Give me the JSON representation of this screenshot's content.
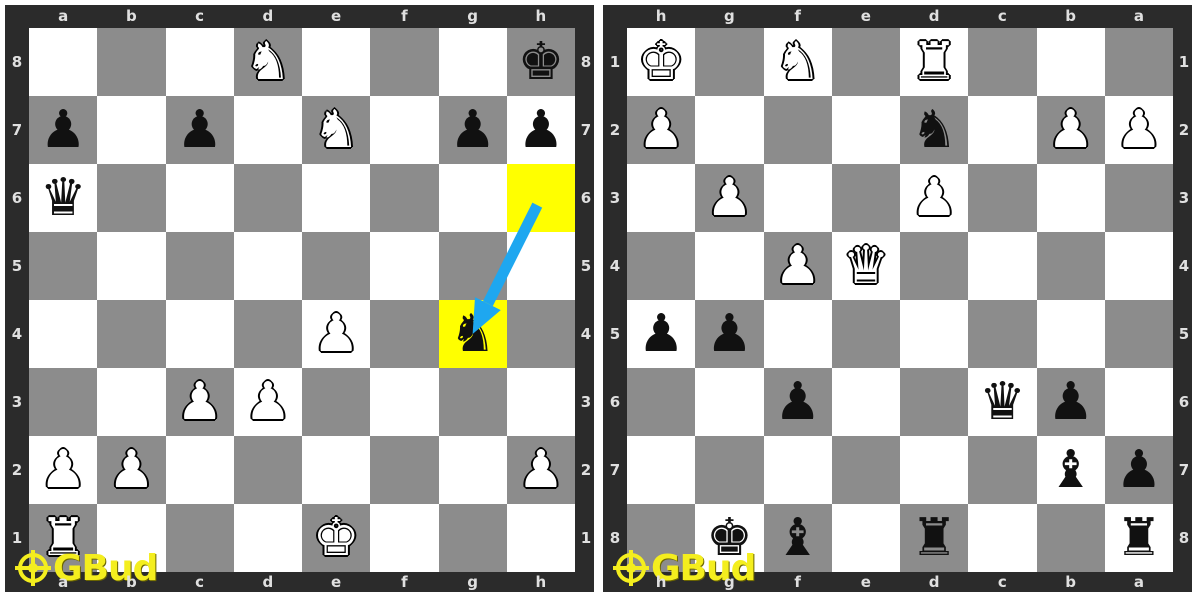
{
  "logo_text": "GBud",
  "colors": {
    "light_square": "#ffffff",
    "dark_square": "#8c8c8c",
    "highlight": "#ffff00",
    "arrow": "#1ea7f0",
    "frame": "#2b2b2b",
    "logo": "#f4ee1e"
  },
  "boards": [
    {
      "orientation": "white",
      "files_top": [
        "a",
        "b",
        "c",
        "d",
        "e",
        "f",
        "g",
        "h"
      ],
      "files_bottom": [
        "a",
        "b",
        "c",
        "d",
        "e",
        "f",
        "g",
        "h"
      ],
      "ranks": [
        "8",
        "7",
        "6",
        "5",
        "4",
        "3",
        "2",
        "1"
      ],
      "pieces": [
        {
          "square": "d8",
          "color": "white",
          "type": "knight",
          "glyph": "♞"
        },
        {
          "square": "h8",
          "color": "black",
          "type": "king",
          "glyph": "♚"
        },
        {
          "square": "a7",
          "color": "black",
          "type": "pawn",
          "glyph": "♟"
        },
        {
          "square": "c7",
          "color": "black",
          "type": "pawn",
          "glyph": "♟"
        },
        {
          "square": "e7",
          "color": "white",
          "type": "knight",
          "glyph": "♞"
        },
        {
          "square": "g7",
          "color": "black",
          "type": "pawn",
          "glyph": "♟"
        },
        {
          "square": "h7",
          "color": "black",
          "type": "pawn",
          "glyph": "♟"
        },
        {
          "square": "a6",
          "color": "black",
          "type": "queen",
          "glyph": "♛"
        },
        {
          "square": "e4",
          "color": "white",
          "type": "pawn",
          "glyph": "♟"
        },
        {
          "square": "g4",
          "color": "black",
          "type": "knight",
          "glyph": "♞"
        },
        {
          "square": "c3",
          "color": "white",
          "type": "pawn",
          "glyph": "♟"
        },
        {
          "square": "d3",
          "color": "white",
          "type": "pawn",
          "glyph": "♟"
        },
        {
          "square": "a2",
          "color": "white",
          "type": "pawn",
          "glyph": "♟"
        },
        {
          "square": "b2",
          "color": "white",
          "type": "pawn",
          "glyph": "♟"
        },
        {
          "square": "h2",
          "color": "white",
          "type": "pawn",
          "glyph": "♟"
        },
        {
          "square": "a1",
          "color": "white",
          "type": "rook",
          "glyph": "♜"
        },
        {
          "square": "e1",
          "color": "white",
          "type": "king",
          "glyph": "♚"
        }
      ],
      "highlights": [
        "h6",
        "g4"
      ],
      "arrow": {
        "from": "h6",
        "to": "g4"
      }
    },
    {
      "orientation": "black",
      "files_top": [
        "h",
        "g",
        "f",
        "e",
        "d",
        "c",
        "b",
        "a"
      ],
      "files_bottom": [
        "h",
        "g",
        "f",
        "e",
        "d",
        "c",
        "b",
        "a"
      ],
      "ranks": [
        "1",
        "2",
        "3",
        "4",
        "5",
        "6",
        "7",
        "8"
      ],
      "pieces": [
        {
          "square": "h1",
          "color": "white",
          "type": "king",
          "glyph": "♚"
        },
        {
          "square": "f1",
          "color": "white",
          "type": "knight",
          "glyph": "♞"
        },
        {
          "square": "d1",
          "color": "white",
          "type": "rook",
          "glyph": "♜"
        },
        {
          "square": "h2",
          "color": "white",
          "type": "pawn",
          "glyph": "♟"
        },
        {
          "square": "d2",
          "color": "black",
          "type": "knight",
          "glyph": "♞"
        },
        {
          "square": "b2",
          "color": "white",
          "type": "pawn",
          "glyph": "♟"
        },
        {
          "square": "a2",
          "color": "white",
          "type": "pawn",
          "glyph": "♟"
        },
        {
          "square": "g3",
          "color": "white",
          "type": "pawn",
          "glyph": "♟"
        },
        {
          "square": "d3",
          "color": "white",
          "type": "pawn",
          "glyph": "♟"
        },
        {
          "square": "f4",
          "color": "white",
          "type": "pawn",
          "glyph": "♟"
        },
        {
          "square": "e4",
          "color": "white",
          "type": "queen",
          "glyph": "♛"
        },
        {
          "square": "h5",
          "color": "black",
          "type": "pawn",
          "glyph": "♟"
        },
        {
          "square": "g5",
          "color": "black",
          "type": "pawn",
          "glyph": "♟"
        },
        {
          "square": "f6",
          "color": "black",
          "type": "pawn",
          "glyph": "♟"
        },
        {
          "square": "c6",
          "color": "black",
          "type": "queen",
          "glyph": "♛"
        },
        {
          "square": "b6",
          "color": "black",
          "type": "pawn",
          "glyph": "♟"
        },
        {
          "square": "b7",
          "color": "black",
          "type": "bishop",
          "glyph": "♝"
        },
        {
          "square": "a7",
          "color": "black",
          "type": "pawn",
          "glyph": "♟"
        },
        {
          "square": "g8",
          "color": "black",
          "type": "king",
          "glyph": "♚"
        },
        {
          "square": "f8",
          "color": "black",
          "type": "bishop",
          "glyph": "♝"
        },
        {
          "square": "d8",
          "color": "black",
          "type": "rook",
          "glyph": "♜"
        },
        {
          "square": "a8",
          "color": "black",
          "type": "rook",
          "glyph": "♜"
        }
      ],
      "highlights": [],
      "arrow": null
    }
  ]
}
